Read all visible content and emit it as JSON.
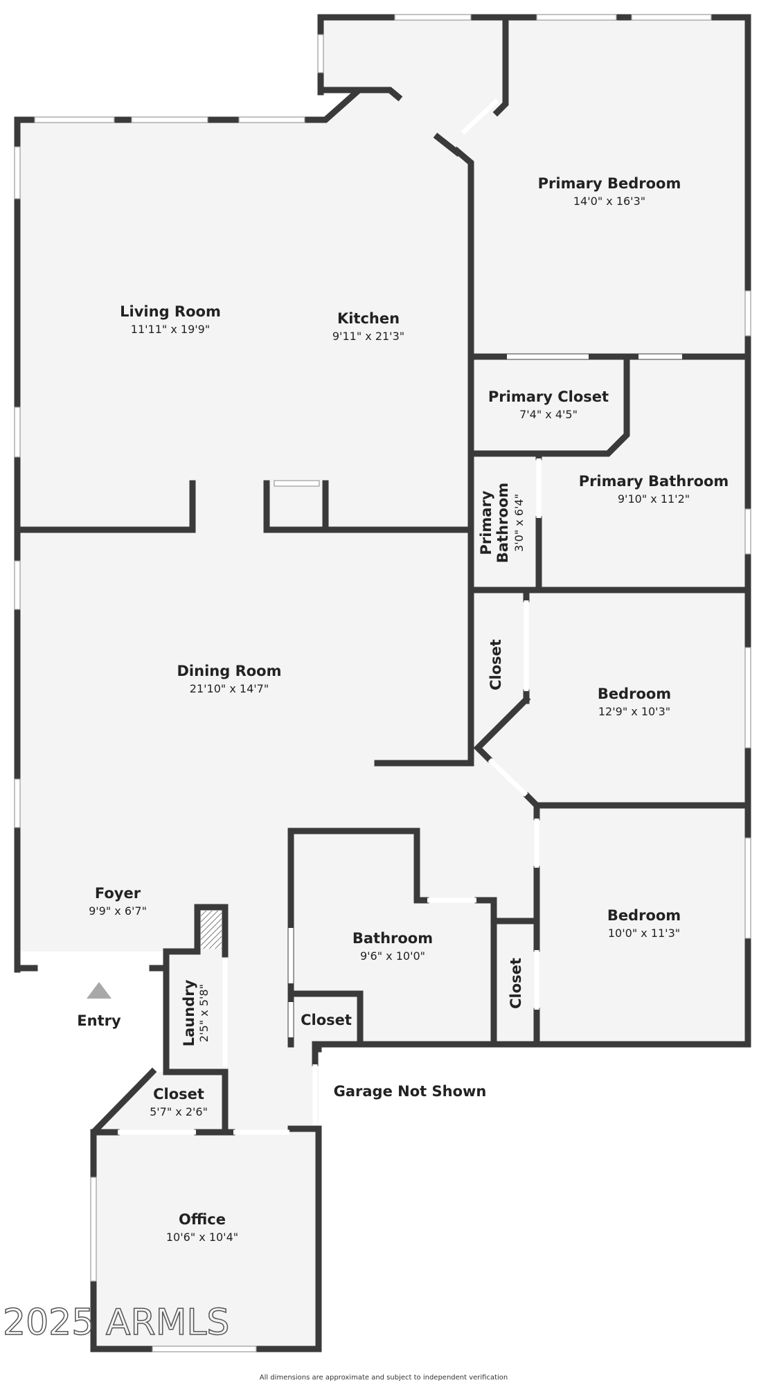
{
  "rooms": {
    "primary_bedroom": {
      "name": "Primary Bedroom",
      "dim": "14'0\" x 16'3\""
    },
    "living_room": {
      "name": "Living Room",
      "dim": "11'11\" x 19'9\""
    },
    "kitchen": {
      "name": "Kitchen",
      "dim": "9'11\" x 21'3\""
    },
    "primary_closet": {
      "name": "Primary Closet",
      "dim": "7'4\" x 4'5\""
    },
    "primary_bathroom": {
      "name": "Primary Bathroom",
      "dim": "9'10\" x 11'2\""
    },
    "primary_bathroom_small": {
      "name_line1": "Primary",
      "name_line2": "Bathroom",
      "dim": "3'0\" x 6'4\""
    },
    "dining_room": {
      "name": "Dining Room",
      "dim": "21'10\" x 14'7\""
    },
    "closet_mid": {
      "name": "Closet"
    },
    "bedroom_1": {
      "name": "Bedroom",
      "dim": "12'9\" x 10'3\""
    },
    "bedroom_2": {
      "name": "Bedroom",
      "dim": "10'0\" x 11'3\""
    },
    "foyer": {
      "name": "Foyer",
      "dim": "9'9\" x 6'7\""
    },
    "bathroom": {
      "name": "Bathroom",
      "dim": "9'6\" x 10'0\""
    },
    "closet_bath": {
      "name": "Closet"
    },
    "closet_bed2": {
      "name": "Closet"
    },
    "laundry": {
      "name": "Laundry",
      "dim": "2'5\" x 5'8\""
    },
    "closet_office": {
      "name": "Closet",
      "dim": "5'7\" x 2'6\""
    },
    "office": {
      "name": "Office",
      "dim": "10'6\" x 10'4\""
    }
  },
  "labels": {
    "entry": "Entry",
    "garage_note": "Garage Not Shown",
    "watermark": "2025 ARMLS",
    "disclaimer": "All dimensions are approximate and subject to independent verification"
  },
  "colors": {
    "wall": "#3a3a3a",
    "floor": "#f4f4f4",
    "entry_arrow": "#a8a8a8"
  }
}
